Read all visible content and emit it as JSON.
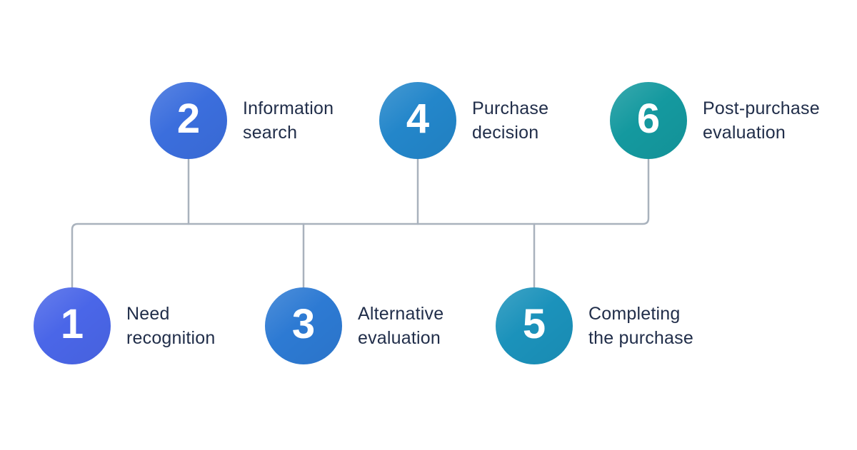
{
  "steps": [
    {
      "number": "1",
      "label": "Need\nrecognition",
      "circle_color": "#4a66e8",
      "row": "bottom"
    },
    {
      "number": "2",
      "label": "Information\nsearch",
      "circle_color": "#3b6edd",
      "row": "top"
    },
    {
      "number": "3",
      "label": "Alternative\nevaluation",
      "circle_color": "#2d7ad3",
      "row": "bottom"
    },
    {
      "number": "4",
      "label": "Purchase\ndecision",
      "circle_color": "#2386ca",
      "row": "top"
    },
    {
      "number": "5",
      "label": "Completing\nthe purchase",
      "circle_color": "#1b92bb",
      "row": "bottom"
    },
    {
      "number": "6",
      "label": "Post-purchase\nevaluation",
      "circle_color": "#14999f",
      "row": "top"
    }
  ],
  "colors": {
    "label_text": "#212e4a",
    "number_text": "#ffffff",
    "connector": "#a9b2bd",
    "background": "#ffffff"
  }
}
